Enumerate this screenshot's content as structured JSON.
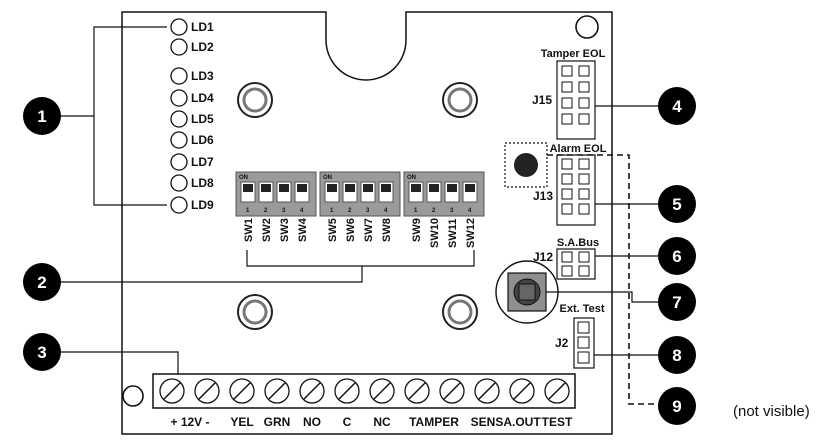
{
  "leds": [
    "LD1",
    "LD2",
    "LD3",
    "LD4",
    "LD5",
    "LD6",
    "LD7",
    "LD8",
    "LD9"
  ],
  "dip_switches": {
    "on_label": "ON",
    "position_numbers": [
      "1",
      "2",
      "3",
      "4"
    ],
    "labels": [
      "SW1",
      "SW2",
      "SW3",
      "SW4",
      "SW5",
      "SW6",
      "SW7",
      "SW8",
      "SW9",
      "SW10",
      "SW11",
      "SW12"
    ]
  },
  "jumpers": {
    "tamper_eol": "Tamper EOL",
    "j15": "J15",
    "alarm_eol": "Alarm EOL",
    "j13": "J13",
    "sabus": "S.A.Bus",
    "j12": "J12",
    "ext_test": "Ext. Test",
    "j2": "J2"
  },
  "terminals": [
    "+ 12V -",
    "YEL",
    "GRN",
    "NO",
    "C",
    "NC",
    "TAMPER",
    "SENS",
    "A.OUT",
    "TEST"
  ],
  "callouts": [
    "1",
    "2",
    "3",
    "4",
    "5",
    "6",
    "7",
    "8",
    "9"
  ],
  "note": "(not visible)"
}
